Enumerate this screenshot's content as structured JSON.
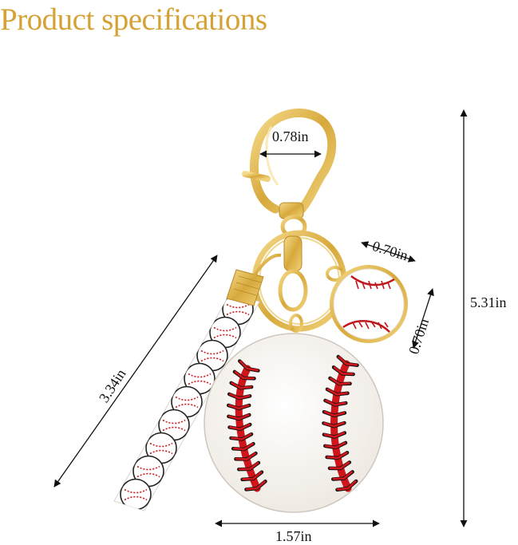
{
  "title": "Product specifications",
  "dimensions": {
    "clasp_width": "0.78in",
    "charm_width": "0.70in",
    "charm_height": "0.70in",
    "overall_height": "5.31in",
    "strap_length": "3.34in",
    "disc_width": "1.57in"
  },
  "colors": {
    "title": "#d4a237",
    "gold": "#d9b04a",
    "stitch_red": "#d0161b",
    "disc": "#f7f3ee",
    "ink": "#111111"
  }
}
